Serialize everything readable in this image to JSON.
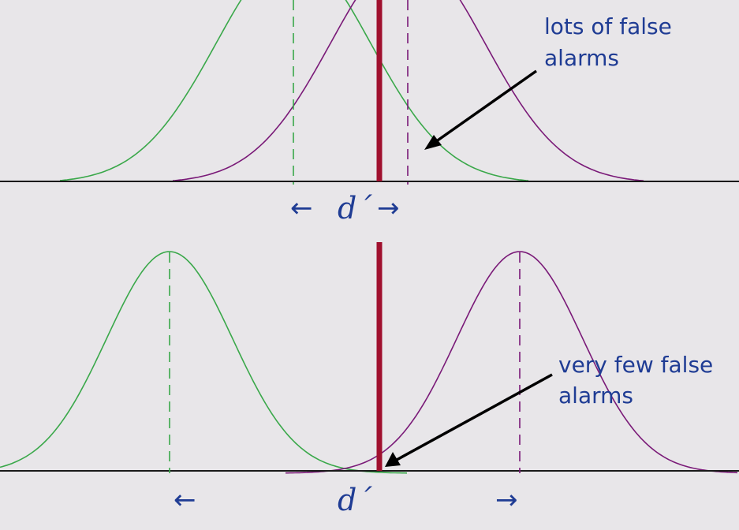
{
  "colors": {
    "background": "#e8e6e9",
    "noise_curve": "#3aa84a",
    "signal_curve": "#7a1a78",
    "criterion": "#a0102e",
    "text": "#1f3c94",
    "axis": "#1a1a1a"
  },
  "panels": [
    {
      "annotation": {
        "line1": "lots of false",
        "line2": "alarms"
      },
      "dprime": {
        "label": "d´",
        "left_arrow": "←",
        "right_arrow": "→"
      }
    },
    {
      "annotation": {
        "line1": "very few false",
        "line2": "alarms"
      },
      "dprime": {
        "label": "d´",
        "left_arrow": "←",
        "right_arrow": "→"
      }
    }
  ]
}
